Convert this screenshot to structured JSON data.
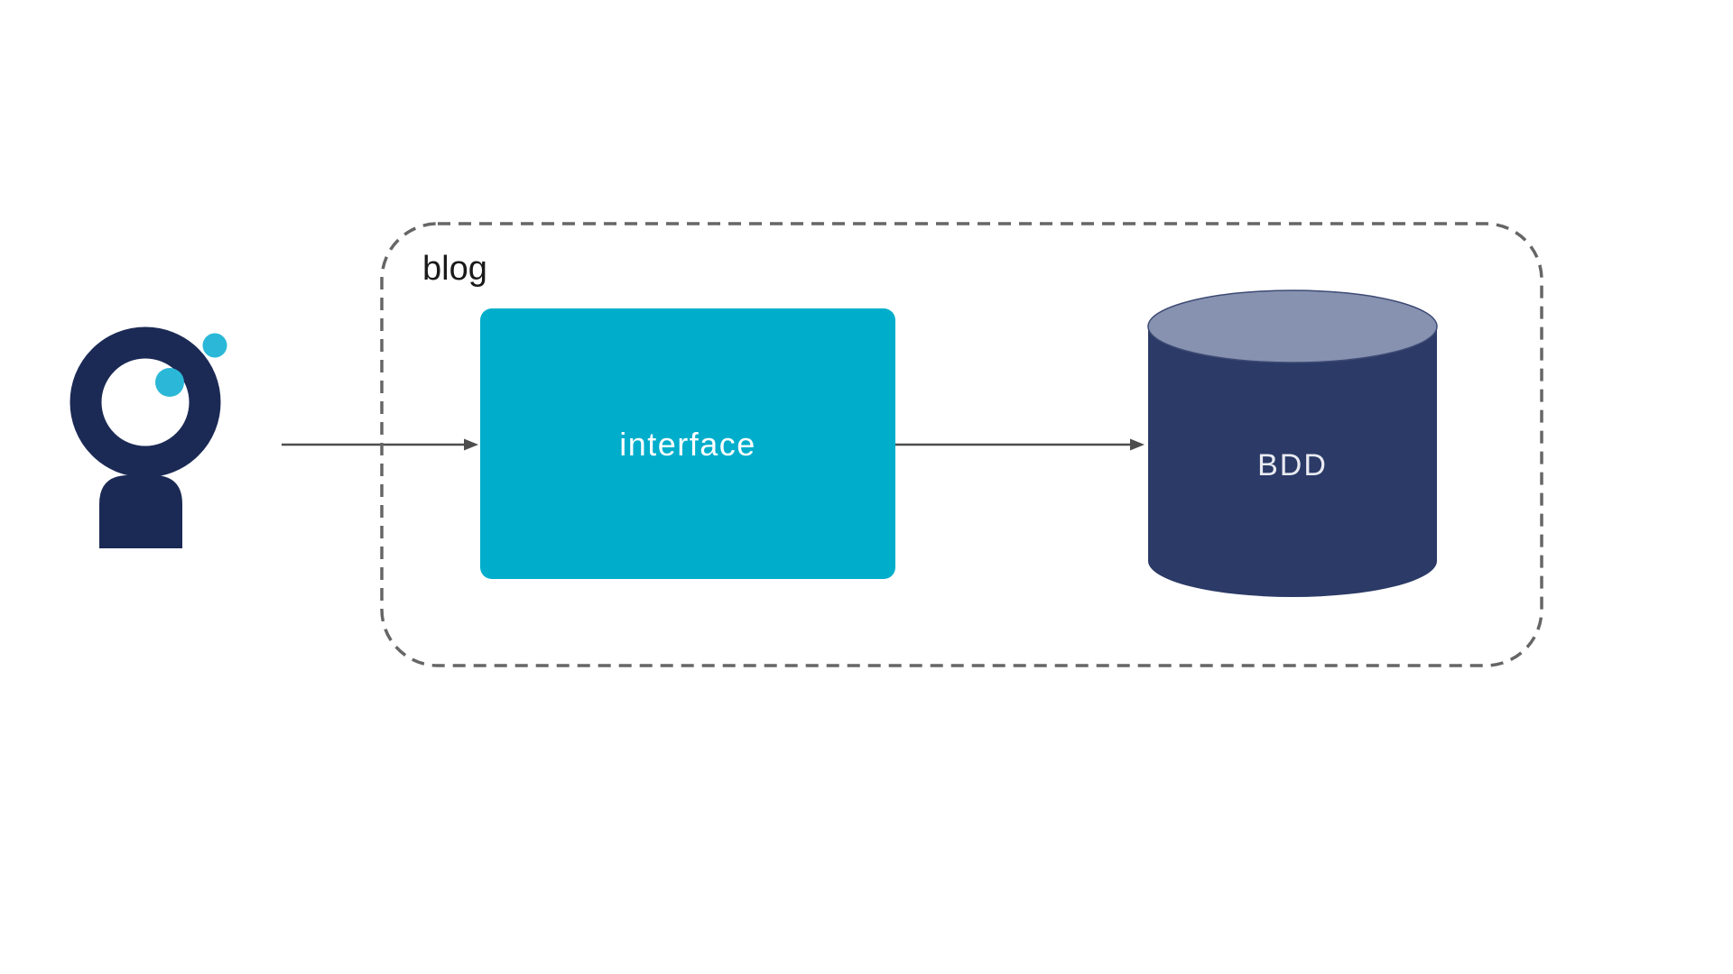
{
  "diagram": {
    "container": {
      "label": "blog"
    },
    "nodes": {
      "interface": {
        "label": "interface",
        "shape": "rounded-rectangle"
      },
      "database": {
        "label": "BDD",
        "shape": "cylinder"
      }
    },
    "icons": {
      "actor": "person-logo-icon"
    },
    "edges": [
      {
        "from": "actor",
        "to": "interface"
      },
      {
        "from": "interface",
        "to": "database"
      }
    ],
    "colors": {
      "node_teal": "#00AECB",
      "navy_dark": "#1B2A55",
      "navy_cylinder": "#2B3A66",
      "cylinder_top": "#8792B0",
      "cylinder_top_edge": "#3D4A74",
      "accent_cyan": "#2BB8D8",
      "dashed_border": "#666666",
      "arrow": "#4D4D4D",
      "label_text": "#1A1A1A",
      "node_text": "#FFFFFF"
    }
  }
}
